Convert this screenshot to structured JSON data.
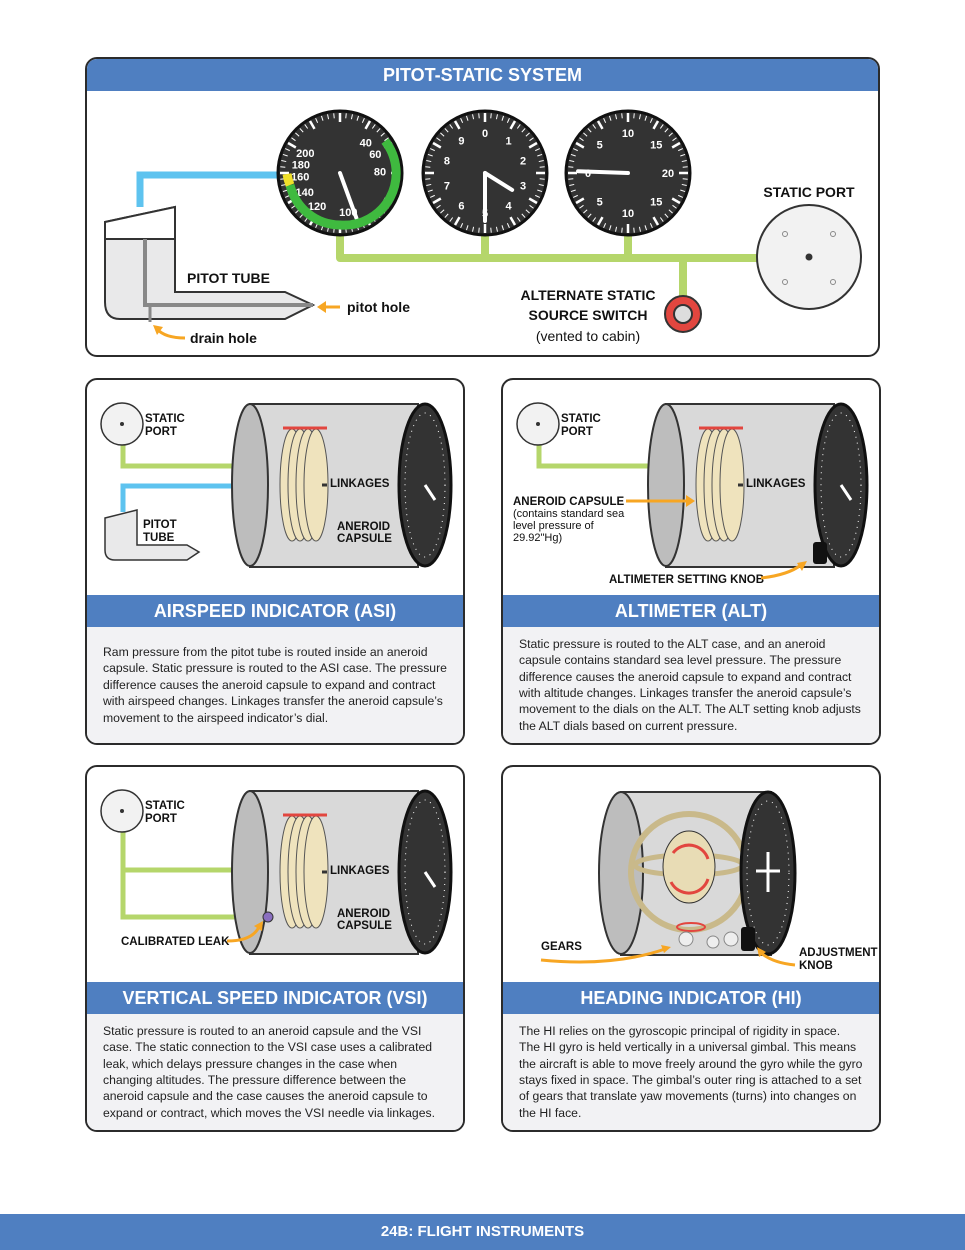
{
  "top": {
    "title": "PITOT-STATIC SYSTEM",
    "pitot_tube": "PITOT TUBE",
    "pitot_hole": "pitot hole",
    "drain_hole": "drain hole",
    "alt_switch_line1": "ALTERNATE STATIC",
    "alt_switch_line2": "SOURCE SWITCH",
    "alt_switch_note": "(vented to cabin)",
    "static_port": "STATIC PORT",
    "asi_numbers": [
      "200",
      "180",
      "160",
      "140",
      "120",
      "100",
      "40",
      "60",
      "80"
    ],
    "alt_numbers": [
      "0",
      "1",
      "2",
      "3",
      "4",
      "5",
      "6",
      "7",
      "8",
      "9"
    ],
    "vsi_numbers": [
      "10",
      "15",
      "20",
      "15",
      "10",
      "5",
      "0",
      "5"
    ]
  },
  "asi": {
    "title": "AIRSPEED INDICATOR (ASI)",
    "static_port_1": "STATIC",
    "static_port_2": "PORT",
    "pitot_1": "PITOT",
    "pitot_2": "TUBE",
    "linkages": "LINKAGES",
    "capsule_1": "ANEROID",
    "capsule_2": "CAPSULE",
    "text": "Ram pressure from the pitot tube is routed inside an aneroid capsule. Static pressure is routed to the ASI case. The pressure difference causes the aneroid capsule to expand and contract with airspeed changes. Linkages transfer the aneroid capsule’s movement to the airspeed indicator’s dial."
  },
  "alt": {
    "title": "ALTIMETER (ALT)",
    "static_port_1": "STATIC",
    "static_port_2": "PORT",
    "linkages": "LINKAGES",
    "capsule_title": "ANEROID CAPSULE",
    "capsule_note_1": "(contains standard sea",
    "capsule_note_2": "level pressure of",
    "capsule_note_3": "29.92\"Hg)",
    "knob": "ALTIMETER SETTING KNOB",
    "text": "Static pressure is routed to the ALT case, and an aneroid capsule contains standard sea level pressure. The pressure difference causes the aneroid capsule to expand and contract with altitude changes. Linkages transfer the aneroid capsule’s movement to the dials on the ALT. The ALT setting knob adjusts the ALT dials based on current pressure."
  },
  "vsi": {
    "title": "VERTICAL SPEED INDICATOR (VSI)",
    "static_port_1": "STATIC",
    "static_port_2": "PORT",
    "linkages": "LINKAGES",
    "capsule_1": "ANEROID",
    "capsule_2": "CAPSULE",
    "leak": "CALIBRATED LEAK",
    "text": "Static pressure is routed to an aneroid capsule and the VSI case. The static connection to the VSI case uses a calibrated leak, which delays pressure changes in the case when changing altitudes. The pressure difference between the aneroid capsule and the case causes the aneroid capsule to expand or contract, which moves the VSI needle via linkages."
  },
  "hi": {
    "title": "HEADING INDICATOR (HI)",
    "gears": "GEARS",
    "knob_1": "ADJUSTMENT",
    "knob_2": "KNOB",
    "text": "The HI relies on the gyroscopic principal of rigidity in space. The HI gyro is held vertically in a universal gimbal. This means the aircraft is able to move freely around the gyro while the gyro stays fixed in space. The gimbal’s outer ring is attached to a set of gears that translate yaw movements (turns) into changes on the HI face."
  },
  "footer": "24B: FLIGHT INSTRUMENTS",
  "colors": {
    "blue": "#4f7fc1",
    "green": "#b5d66b",
    "pitot": "#5ec3ef",
    "orange": "#f7a623",
    "red": "#e2463f"
  }
}
